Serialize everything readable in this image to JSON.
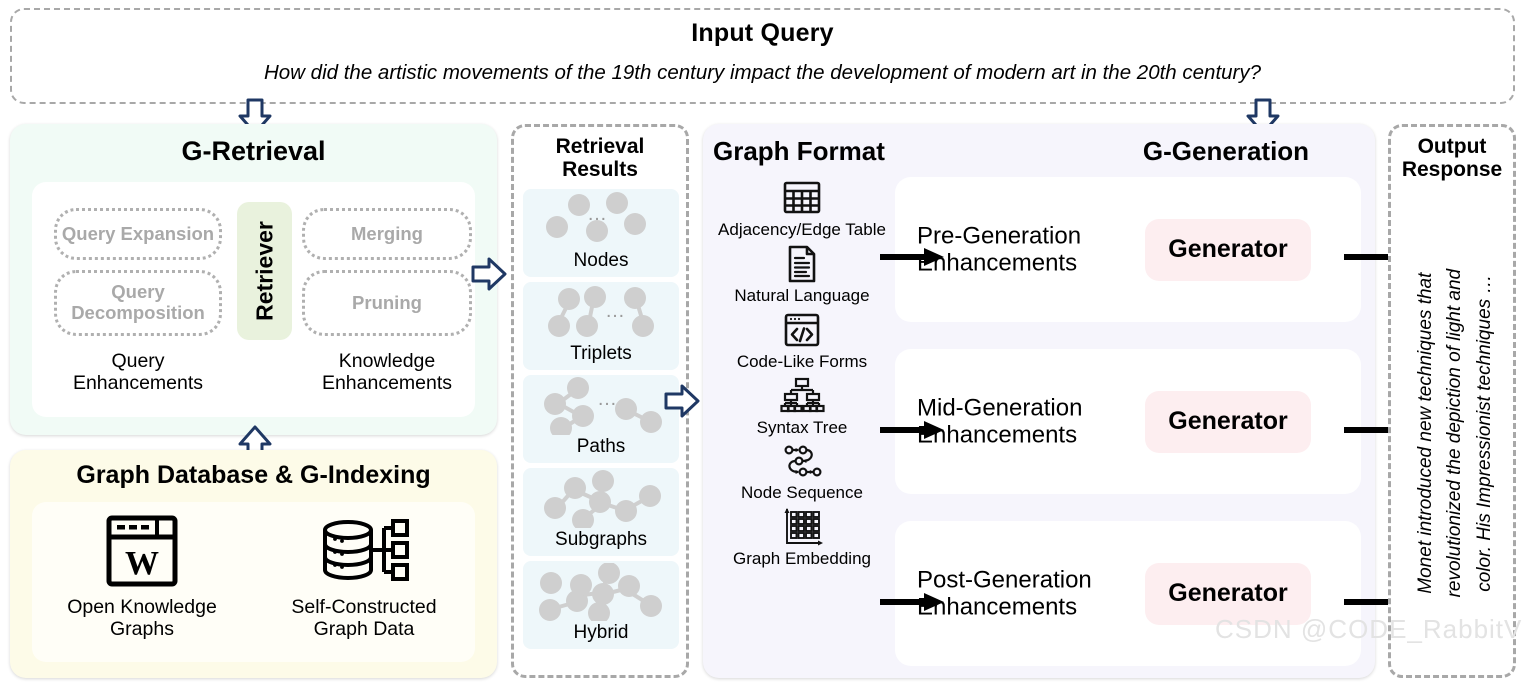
{
  "input_query": {
    "title": "Input Query",
    "text": "How did the artistic movements of the 19th century impact the development of modern art in the 20th century?"
  },
  "g_retrieval": {
    "title": "G-Retrieval",
    "retriever_label": "Retriever",
    "query_boxes": [
      {
        "label": "Query Expansion"
      },
      {
        "label": "Query Decomposition"
      }
    ],
    "knowledge_boxes": [
      {
        "label": "Merging"
      },
      {
        "label": "Pruning"
      }
    ],
    "query_caption": "Query Enhancements",
    "knowledge_caption": "Knowledge Enhancements"
  },
  "graph_database": {
    "title": "Graph Database & G-Indexing",
    "items": [
      {
        "icon": "wikipedia-window-icon",
        "label": "Open Knowledge Graphs"
      },
      {
        "icon": "database-tree-icon",
        "label": "Self-Constructed Graph Data"
      }
    ]
  },
  "retrieval_results": {
    "title_line1": "Retrieval",
    "title_line2": "Results",
    "items": [
      {
        "label": "Nodes",
        "icon": "nodes-cluster-icon"
      },
      {
        "label": "Triplets",
        "icon": "triplets-icon"
      },
      {
        "label": "Paths",
        "icon": "paths-icon"
      },
      {
        "label": "Subgraphs",
        "icon": "subgraph-icon"
      },
      {
        "label": "Hybrid",
        "icon": "hybrid-graph-icon"
      }
    ]
  },
  "graph_format": {
    "title": "Graph Format",
    "items": [
      {
        "label": "Adjacency/Edge Table",
        "icon": "table-icon"
      },
      {
        "label": "Natural Language",
        "icon": "document-icon"
      },
      {
        "label": "Code-Like Forms",
        "icon": "code-window-icon"
      },
      {
        "label": "Syntax Tree",
        "icon": "tree-hierarchy-icon"
      },
      {
        "label": "Node Sequence",
        "icon": "node-sequence-icon"
      },
      {
        "label": "Graph Embedding",
        "icon": "embedding-matrix-icon"
      }
    ]
  },
  "g_generation": {
    "title": "G-Generation",
    "rows": [
      {
        "label": "Pre-Generation Enhancements",
        "generator_label": "Generator"
      },
      {
        "label": "Mid-Generation Enhancements",
        "generator_label": "Generator"
      },
      {
        "label": "Post-Generation Enhancements",
        "generator_label": "Generator"
      }
    ]
  },
  "output_response": {
    "title_line1": "Output",
    "title_line2": "Response",
    "lines": [
      "Monet introduced new techniques that",
      "revolutionized the depiction of light and",
      "color. His Impressionist techniques …"
    ]
  },
  "watermark": "CSDN @CODE_RabbitV",
  "colors": {
    "retrieval_panel": "#f1fbf6",
    "database_panel": "#fdfbe8",
    "main_panel": "#f6f5fc",
    "retriever_box": "#e9f2dd",
    "generator_pill": "#fdeef0",
    "result_item": "#eef7fa",
    "arrow_outline": "#1f3864",
    "dashed_border": "#a8a8a8",
    "muted_text": "#a9a9a9"
  }
}
